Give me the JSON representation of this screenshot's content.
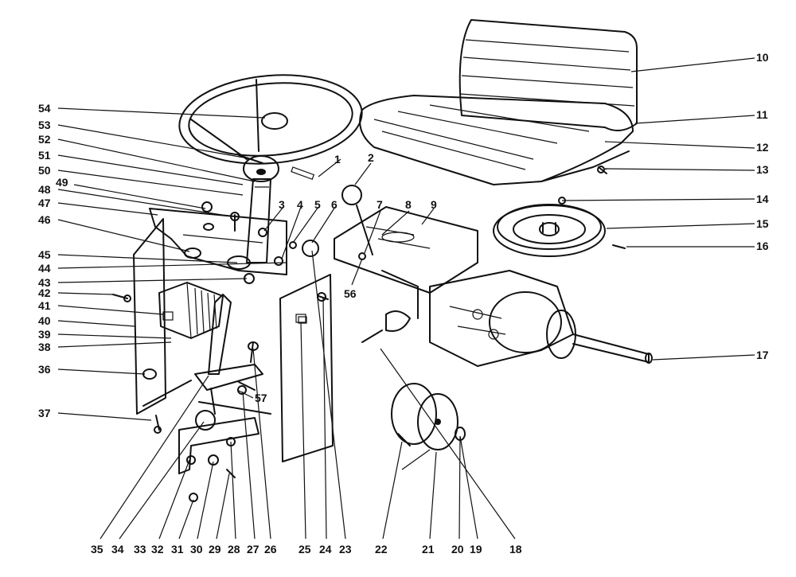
{
  "diagram": {
    "labels": [
      "1",
      "2",
      "3",
      "4",
      "5",
      "6",
      "7",
      "8",
      "9",
      "10",
      "11",
      "12",
      "13",
      "14",
      "15",
      "16",
      "17",
      "18",
      "19",
      "20",
      "21",
      "22",
      "23",
      "24",
      "25",
      "26",
      "27",
      "28",
      "29",
      "30",
      "31",
      "32",
      "33",
      "34",
      "35",
      "36",
      "37",
      "38",
      "39",
      "40",
      "41",
      "42",
      "43",
      "44",
      "45",
      "46",
      "47",
      "48",
      "49",
      "50",
      "51",
      "52",
      "53",
      "54",
      "56",
      "57"
    ]
  }
}
